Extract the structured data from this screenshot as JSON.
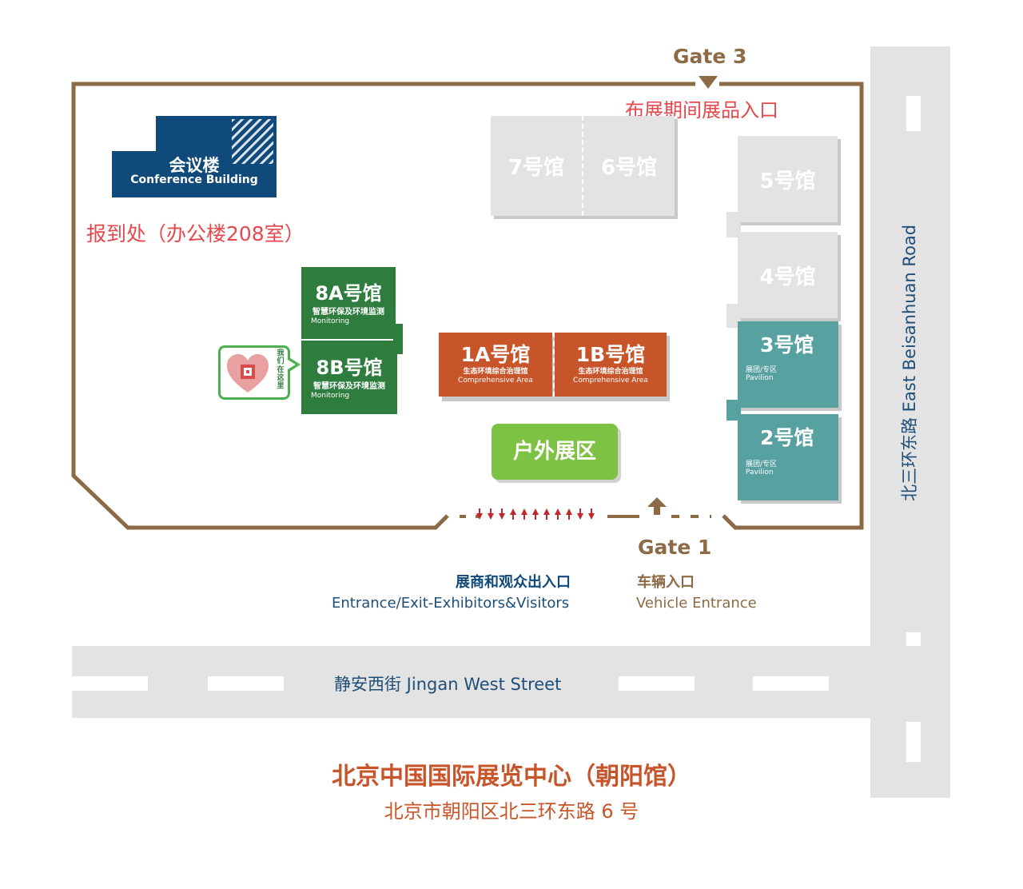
{
  "gates": {
    "gate3": "Gate 3",
    "gate3_note": "布展期间展品入口",
    "gate1": "Gate 1"
  },
  "conference": {
    "title_cn": "会议楼",
    "title_en": "Conference Building",
    "note": "报到处（办公楼208室）"
  },
  "halls": {
    "h7": "7号馆",
    "h6": "6号馆",
    "h5": "5号馆",
    "h4": "4号馆",
    "h3": {
      "name": "3号馆",
      "sub_cn": "展团/专区",
      "sub_en": "Pavilion"
    },
    "h2": {
      "name": "2号馆",
      "sub_cn": "展团/专区",
      "sub_en": "Pavilion"
    },
    "h8a": {
      "name": "8A号馆",
      "sub_cn": "智慧环保及环境监测",
      "sub_en": "Monitoring"
    },
    "h8b": {
      "name": "8B号馆",
      "sub_cn": "智慧环保及环境监测",
      "sub_en": "Monitoring"
    },
    "h1a": {
      "name": "1A号馆",
      "sub_cn": "生态环境综合治理馆",
      "sub_en": "Comprehensive Area"
    },
    "h1b": {
      "name": "1B号馆",
      "sub_cn": "生态环境综合治理馆",
      "sub_en": "Comprehensive Area"
    },
    "outdoor": "户外展区"
  },
  "marker": {
    "text": [
      "我",
      "们",
      "在",
      "这",
      "里"
    ]
  },
  "entrances": {
    "visitors_cn": "展商和观众出入口",
    "visitors_en": "Entrance/Exit-Exhibitors&Visitors",
    "vehicle_cn": "车辆入口",
    "vehicle_en": "Vehicle Entrance"
  },
  "roads": {
    "south": "静安西街 Jingan West Street",
    "east": "北三环东路 East Beisanhuan Road"
  },
  "footer": {
    "title": "北京中国国际展览中心（朝阳馆）",
    "address": "北京市朝阳区北三环东路 6 号"
  },
  "colors": {
    "boundary": "#8b6a45",
    "green_hall": "#2e7d3f",
    "orange_hall": "#c8552a",
    "teal_hall": "#58a1a1",
    "outdoor": "#7dc242",
    "navy": "#0f4a7a",
    "red_text": "#e5484d",
    "footer_title": "#c8552a"
  }
}
